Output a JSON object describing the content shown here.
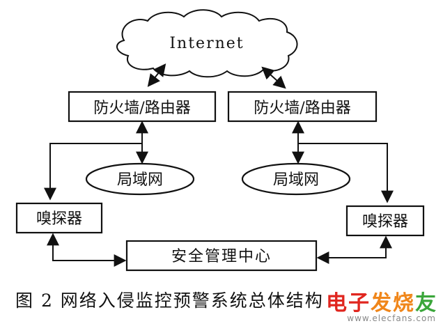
{
  "diagram": {
    "internet_label": "Internet",
    "firewall_router_left": "防火墙/路由器",
    "firewall_router_right": "防火墙/路由器",
    "lan_left": "局域网",
    "lan_right": "局域网",
    "sniffer_left": "嗅探器",
    "sniffer_right": "嗅探器",
    "security_center": "安全管理中心"
  },
  "caption": "图 2  网络入侵监控预警系统总体结构",
  "watermark": {
    "text_red": "电子",
    "text_orange": "发烧",
    "text_green": "友",
    "url": "www.elecfans.com",
    "colors": {
      "red": "#e0261f",
      "orange": "#f0861a",
      "green": "#3aa63a"
    }
  }
}
